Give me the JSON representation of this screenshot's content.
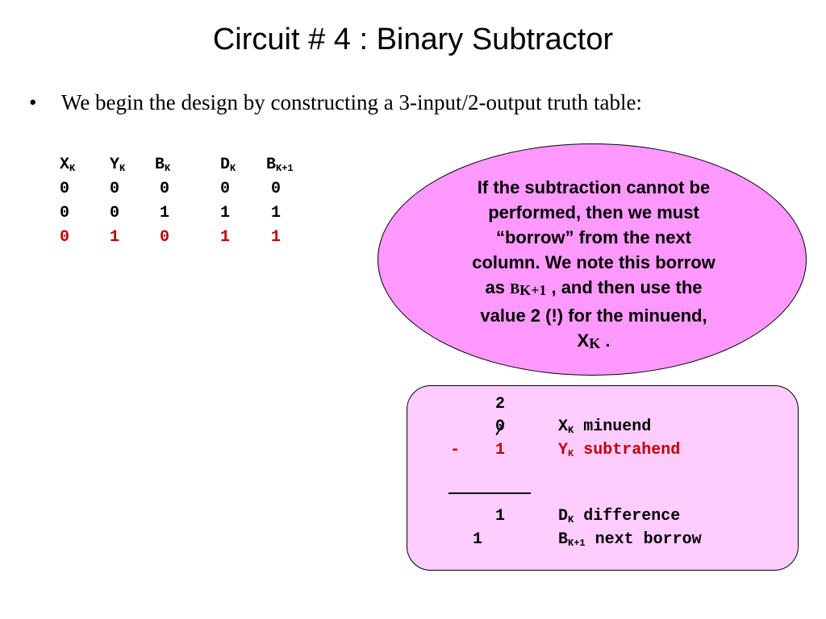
{
  "slide": {
    "title": "Circuit # 4 : Binary Subtractor",
    "bullet_symbol": "•",
    "bullet_text": "We begin the design by constructing a 3-input/2-output truth table:"
  },
  "truth_table": {
    "headers": [
      {
        "base": "X",
        "sub": "K"
      },
      {
        "base": "Y",
        "sub": "K"
      },
      {
        "base": "B",
        "sub": "K"
      },
      {
        "base": "D",
        "sub": "K"
      },
      {
        "base": "B",
        "sub": "K+1"
      }
    ],
    "rows": [
      {
        "values": [
          "0",
          "0",
          "0",
          "0",
          "0"
        ],
        "highlight": false
      },
      {
        "values": [
          "0",
          "0",
          "1",
          "1",
          "1"
        ],
        "highlight": false
      },
      {
        "values": [
          "0",
          "1",
          "0",
          "1",
          "1"
        ],
        "highlight": true
      }
    ],
    "highlight_color": "#c00000"
  },
  "callout": {
    "line1": "If the subtraction cannot be",
    "line2": "performed, then we must",
    "line3": "“borrow” from the next",
    "line4": "column.  We note this borrow",
    "line5_pre": "as ",
    "line5_var": "B",
    "line5_sub": "K+1",
    "line5_post": " ,  and then use the",
    "line6": "value 2 (!) for the minuend,",
    "line7_var": "X",
    "line7_sub": "K",
    "line7_post": "  .",
    "fill_color": "#ff99ff"
  },
  "example": {
    "borrow_value": "2",
    "minuend_digit": "0",
    "minus_sign": "-",
    "subtrahend_digit": "1",
    "difference_digit": "1",
    "next_borrow_digit": "1",
    "minuend_var": "X",
    "minuend_sub": "K",
    "minuend_label": "minuend",
    "subtrahend_var": "Y",
    "subtrahend_sub": "K",
    "subtrahend_label": "subtrahend",
    "difference_var": "D",
    "difference_sub": "K",
    "difference_label": "difference",
    "next_borrow_var": "B",
    "next_borrow_sub": "K+1",
    "next_borrow_label": "next borrow",
    "fill_color": "#ffccff"
  }
}
